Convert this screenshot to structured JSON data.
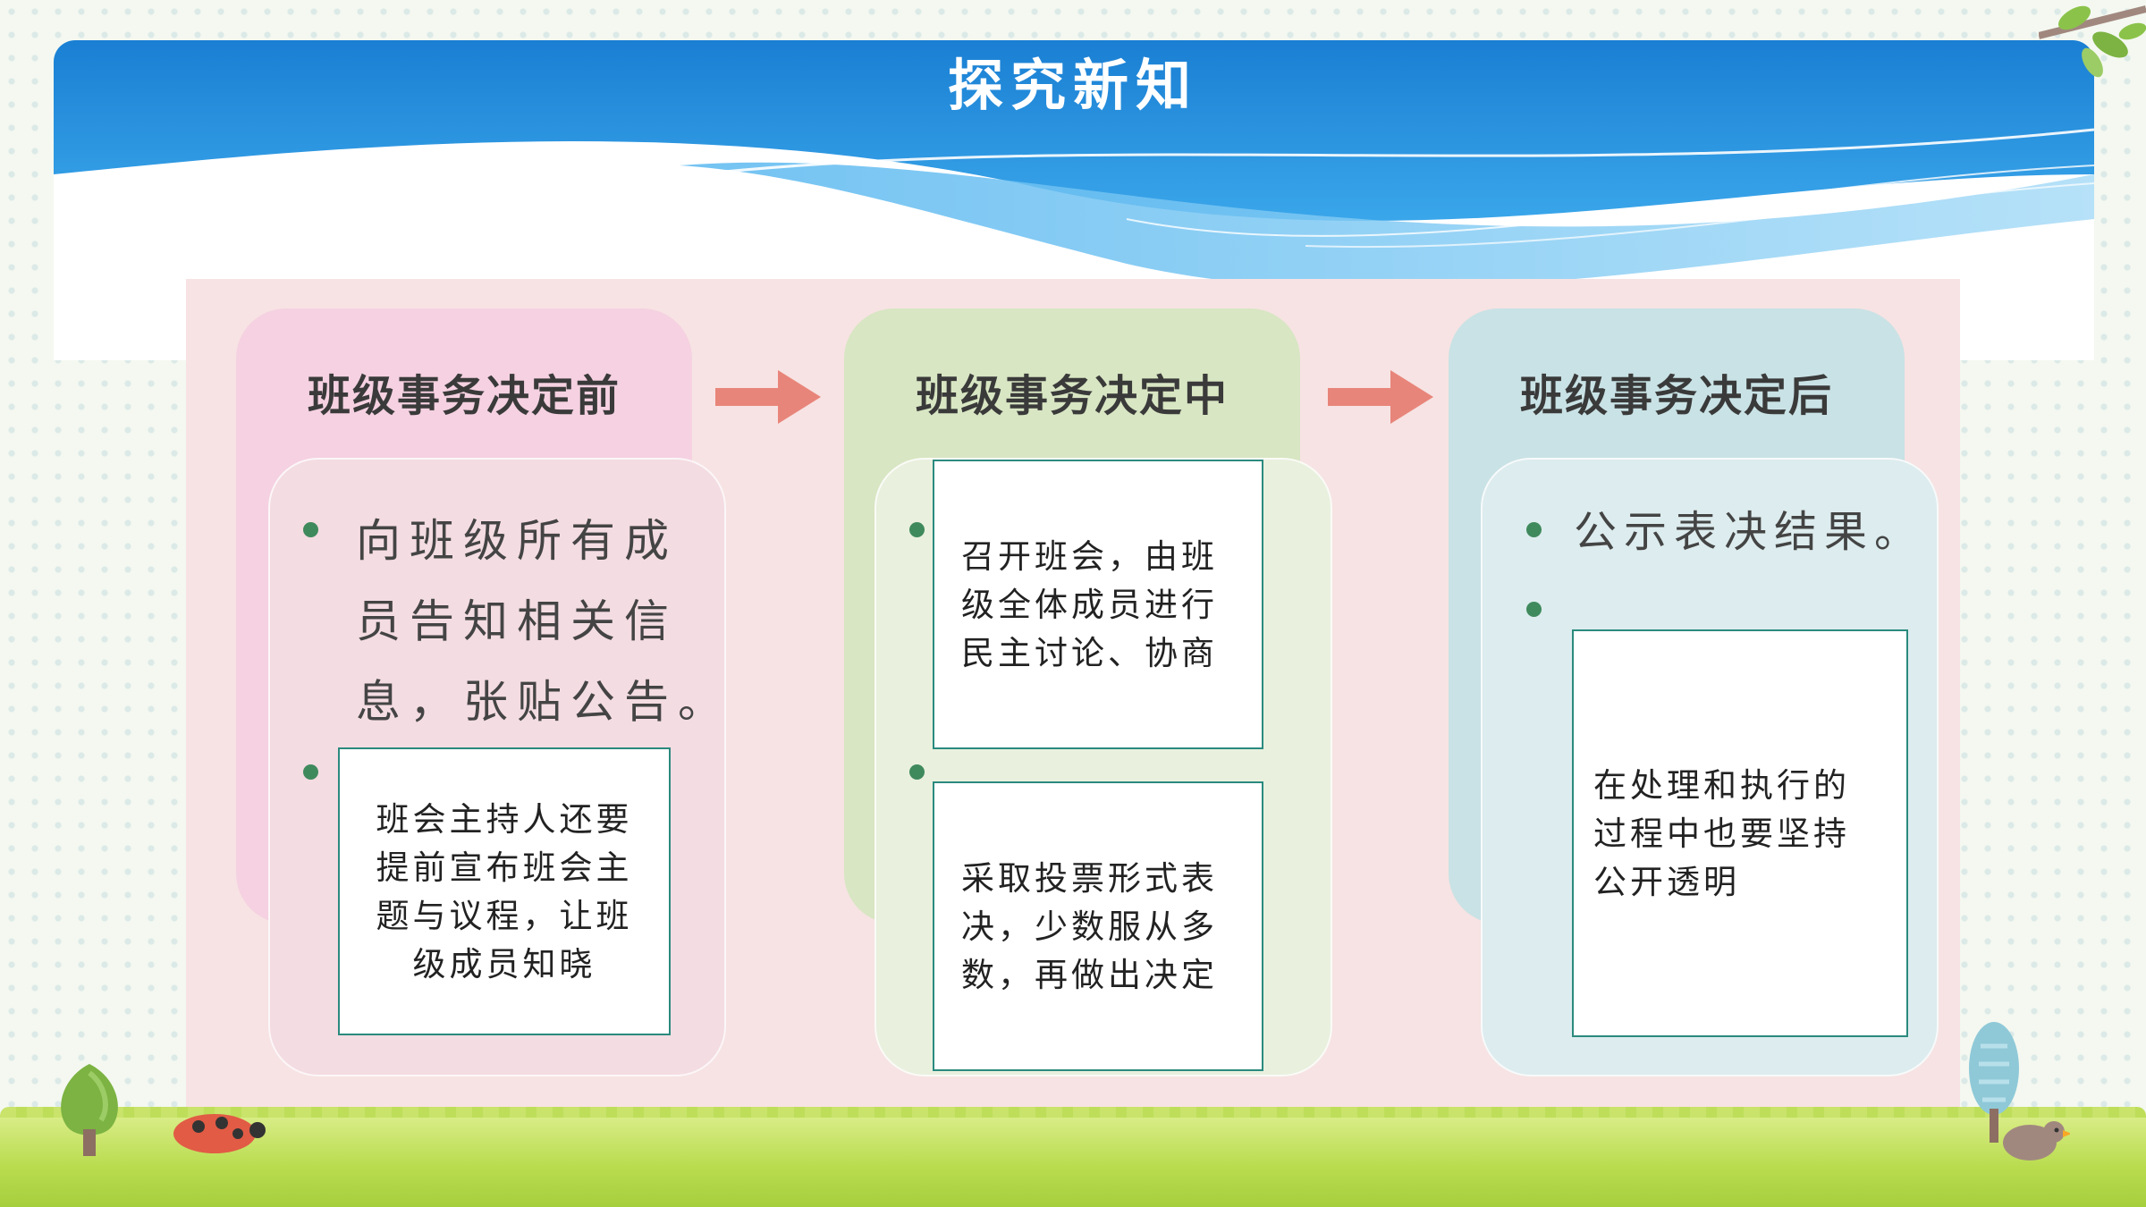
{
  "title": "探究新知",
  "stages": [
    {
      "heading": "班级事务决定前",
      "bullet1": [
        "向班级所有成",
        "员告知相关信",
        "息，张贴公告。"
      ],
      "bullet2": [
        "班会主持人还要",
        "提前宣布班会主",
        "题与议程，让班",
        "级成员知晓"
      ]
    },
    {
      "heading": "班级事务决定中",
      "bullet1": [
        "召开班会，由班",
        "级全体成员进行",
        "民主讨论、协商"
      ],
      "bullet2": [
        "采取投票形式表",
        "决，少数服从多",
        "数，再做出决定"
      ]
    },
    {
      "heading": "班级事务决定后",
      "bullet1": [
        "公示表决结果。"
      ],
      "bullet2": [
        "在处理和执行的",
        "过程中也要坚持",
        "公开透明"
      ]
    }
  ],
  "colors": {
    "stage1_head": "#f5d1e1",
    "stage1_body": "#f3dce2",
    "stage2_head": "#d8e6c3",
    "stage2_body": "#e9f0de",
    "stage3_head": "#c9e2e5",
    "stage3_body": "#ddecee",
    "arrow": "#e8857a",
    "bullet": "#3f8a5d",
    "box_border": "#2b8a7e",
    "banner_blue": "#1e88d8"
  }
}
